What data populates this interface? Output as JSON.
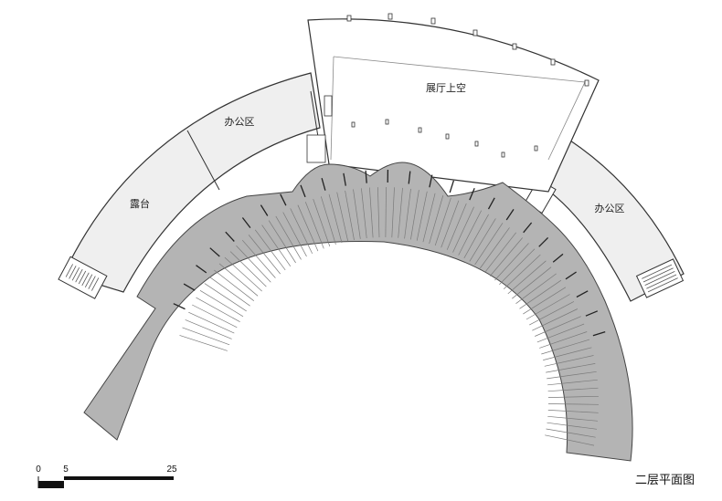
{
  "labels": {
    "exhibition_void": "展厅上空",
    "office_left": "办公区",
    "office_right": "办公区",
    "terrace": "露台"
  },
  "scale_bar": {
    "tick_0": "0",
    "tick_5": "5",
    "tick_25": "25"
  },
  "title": "二层平面图",
  "colors": {
    "line": "#333333",
    "room_fill": "#efefef",
    "ramp_fill": "#b4b4b4",
    "ramp_line": "#777777"
  }
}
